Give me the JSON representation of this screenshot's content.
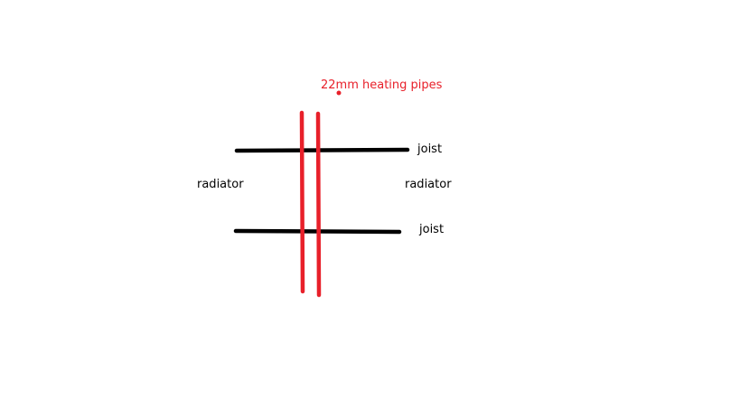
{
  "labels": {
    "pipes": "22mm heating pipes",
    "joist_top": "joist",
    "joist_bottom": "joist",
    "radiator_left": "radiator",
    "radiator_right": "radiator"
  },
  "colors": {
    "pipe": "#e8202a",
    "joist": "#000000",
    "text_dark": "#000000",
    "text_red": "#e8202a"
  }
}
